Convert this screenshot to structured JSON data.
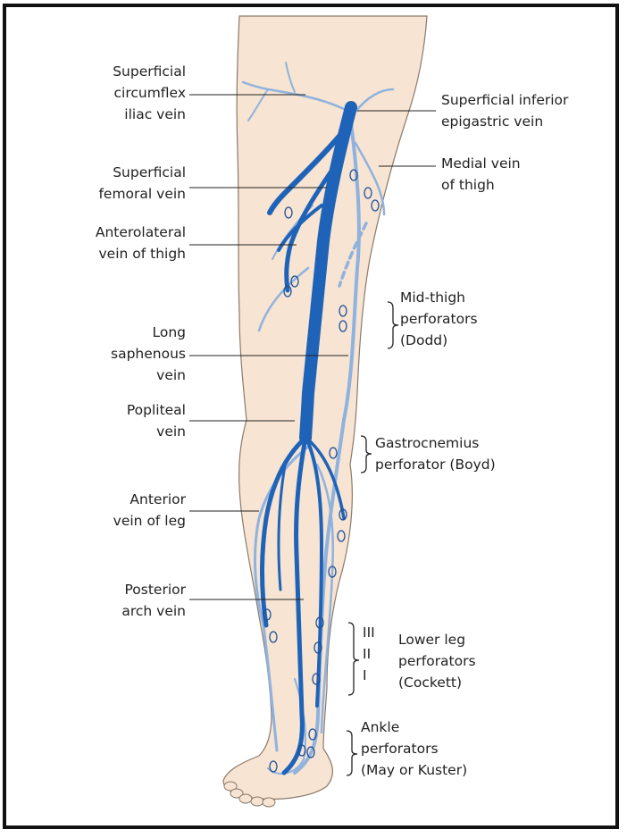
{
  "labels": {
    "superficial_circumflex": "Superficial\ncircumflex\niliac vein",
    "superficial_femoral": "Superficial\nfemoral vein",
    "anterolateral": "Anterolateral\nvein of thigh",
    "long_saphenous": "Long\nsaphenous\nvein",
    "popliteal": "Popliteal\nvein",
    "anterior_leg": "Anterior\nvein of leg",
    "posterior_arch": "Posterior\narch vein",
    "superficial_inferior_epigastric": "Superficial inferior\nepigastric vein",
    "medial_thigh": "Medial vein\nof thigh",
    "mid_thigh": "Mid-thigh\nperforators\n(Dodd)",
    "gastrocnemius": "Gastrocnemius\nperforator (Boyd)",
    "cockett_numerals": "III\nII\nI",
    "cockett": "Lower leg\nperforators\n(Cockett)",
    "ankle": "Ankle\nperforators\n(May or Kuster)"
  },
  "colors": {
    "skin": "#f7e4d2",
    "skin_outline": "#8a7a6c",
    "deep_vein": "#1f63b8",
    "superficial_vein": "#8fb2de"
  }
}
